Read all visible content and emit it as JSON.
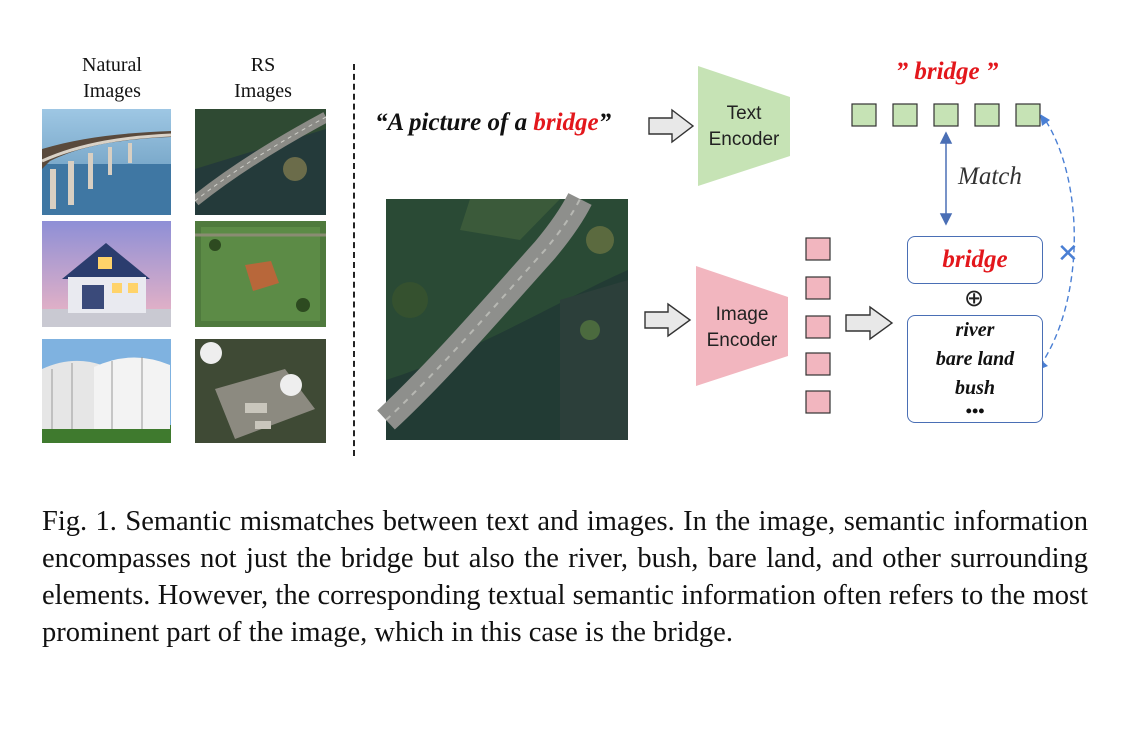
{
  "figure": {
    "columns": {
      "natural": "Natural\nImages",
      "rs": "RS\nImages"
    },
    "natural_thumbnails": [
      "bridge-photo",
      "house-photo",
      "storage-tanks-photo"
    ],
    "rs_thumbnails": [
      "aerial-bridge",
      "aerial-house",
      "aerial-tanks"
    ],
    "query": {
      "prefix": "“A picture of a ",
      "highlight": "bridge",
      "suffix": "”"
    },
    "text_encoder": "Text\nEncoder",
    "image_encoder": "Image\nEncoder",
    "text_token_label": "” bridge ”",
    "match_label": "Match",
    "semantic_main": "bridge",
    "oplus": "⊕",
    "semantic_others": [
      "river",
      "bare land",
      "bush",
      "•••"
    ],
    "mismatch_symbol": "✕",
    "colors": {
      "highlight_red": "#e3171c",
      "text_encoder_green": "#c6e3b5",
      "image_encoder_pink": "#f2b6bf",
      "arrow_blue": "#4a7fd4"
    }
  },
  "caption": "Fig. 1.  Semantic mismatches between text and images. In the image, semantic information encompasses not just the bridge but also the river, bush, bare land, and other surrounding elements. However, the corresponding textual semantic information often refers to the most prominent part of the image, which in this case is the bridge."
}
